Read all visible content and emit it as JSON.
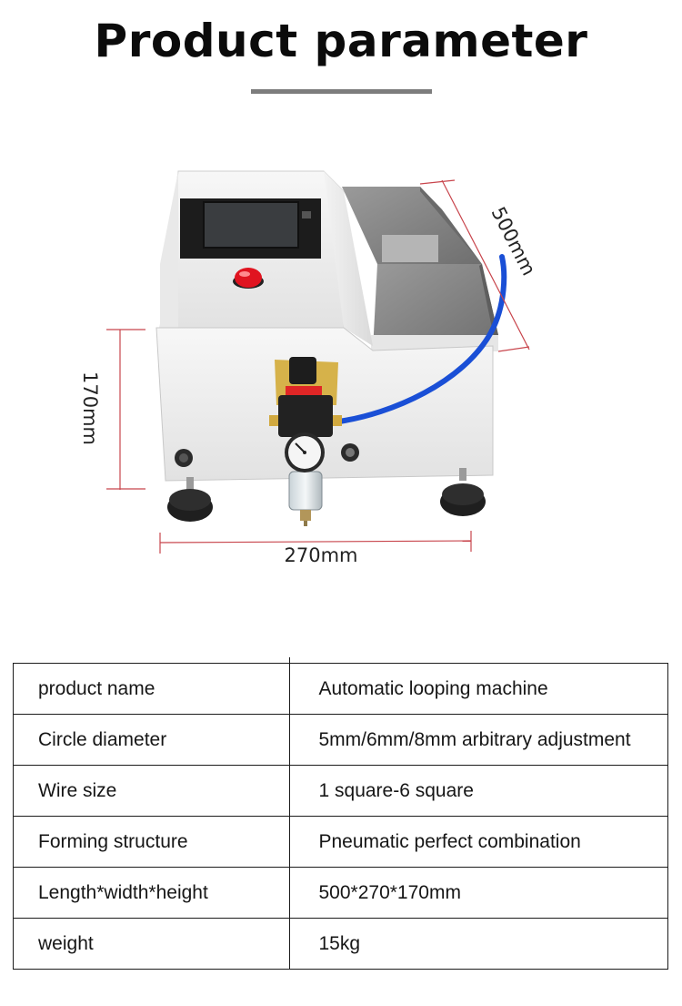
{
  "header": {
    "title": "Product parameter"
  },
  "figure": {
    "dimension_labels": {
      "length": "500mm",
      "height": "170mm",
      "width": "270mm"
    },
    "colors": {
      "dimension_line": "#c8454c",
      "air_hose": "#1a4fd6",
      "indicator_light": "#e01420",
      "machine_body": "#f1f1f1",
      "touch_screen": "#2a2a2a",
      "top_plate": "#8b8b8b"
    },
    "parts": [
      "touch-screen",
      "indicator-light",
      "air-filter-regulator",
      "pressure-gauge",
      "air-hose",
      "leveling-feet"
    ]
  },
  "spec_table": {
    "rows": [
      {
        "name": "product name",
        "value": "Automatic looping machine"
      },
      {
        "name": "Circle diameter",
        "value": "5mm/6mm/8mm arbitrary adjustment"
      },
      {
        "name": "Wire size",
        "value": "1 square-6 square"
      },
      {
        "name": "Forming structure",
        "value": "Pneumatic perfect combination"
      },
      {
        "name": "Length*width*height",
        "value": "500*270*170mm"
      },
      {
        "name": "weight",
        "value": "15kg"
      }
    ]
  }
}
